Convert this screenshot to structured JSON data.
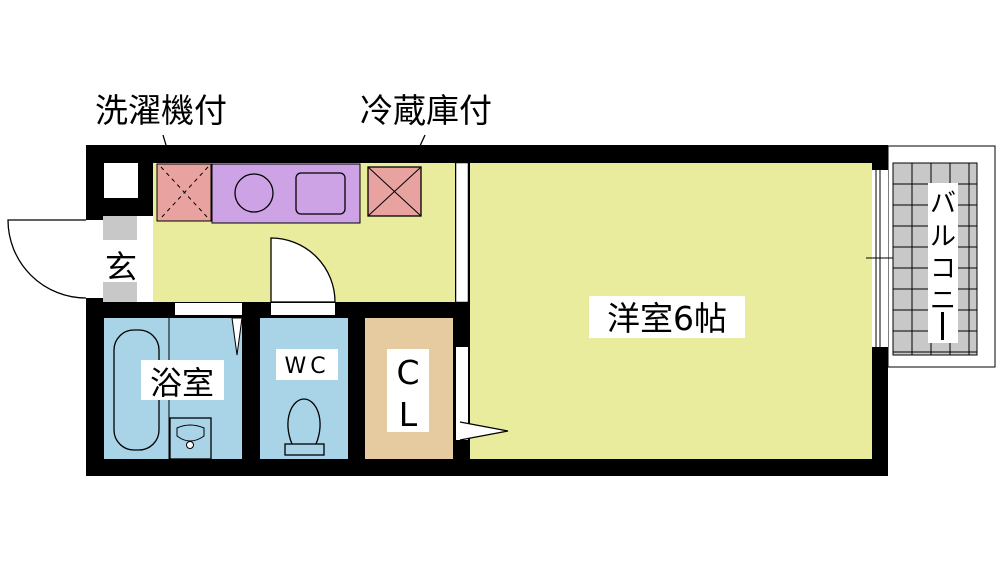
{
  "title": "Floor plan",
  "colors": {
    "wall": "#000000",
    "western_room": "#e9ec9c",
    "bath": "#a9d3e7",
    "closet": "#e7cba0",
    "appliance": "#e8a3a0",
    "kitchen": "#cda3e6",
    "balcony": "#c8c8c8"
  },
  "annotations": {
    "washer": "洗濯機付",
    "fridge": "冷蔵庫付"
  },
  "rooms": {
    "entrance": "玄",
    "bath": "浴室",
    "wc": "WC",
    "closet_c": "C",
    "closet_l": "L",
    "western_room": "洋室6帖",
    "balcony": [
      "バ",
      "ル",
      "コ",
      "ニ",
      "ー"
    ]
  }
}
